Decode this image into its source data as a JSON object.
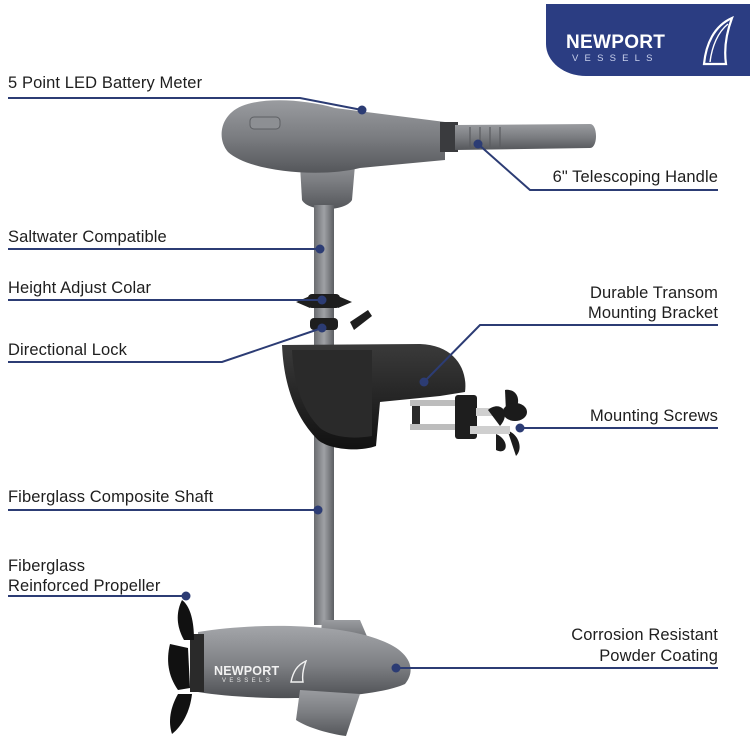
{
  "brand": {
    "logo_word": "NEWPORT",
    "logo_sub": "VESSELS",
    "logo_bg": "#2b3d82",
    "hull_logo_word": "NEWPORT",
    "hull_logo_sub": "VESSELS"
  },
  "colors": {
    "callout_line": "#2c3c74",
    "callout_dot": "#2c3c74",
    "motor_gray": "#77797d",
    "bracket_black": "#1c1c1c"
  },
  "labels": {
    "battery_meter": "5 Point LED Battery Meter",
    "telescoping_handle": "6\" Telescoping Handle",
    "saltwater": "Saltwater Compatible",
    "height_collar": "Height Adjust Colar",
    "transom_bracket_line1": "Durable Transom",
    "transom_bracket_line2": "Mounting Bracket",
    "directional_lock": "Directional Lock",
    "mounting_screws": "Mounting Screws",
    "composite_shaft": "Fiberglass Composite Shaft",
    "propeller_line1": "Fiberglass",
    "propeller_line2": "Reinforced Propeller",
    "coating_line1": "Corrosion Resistant",
    "coating_line2": "Powder Coating"
  }
}
